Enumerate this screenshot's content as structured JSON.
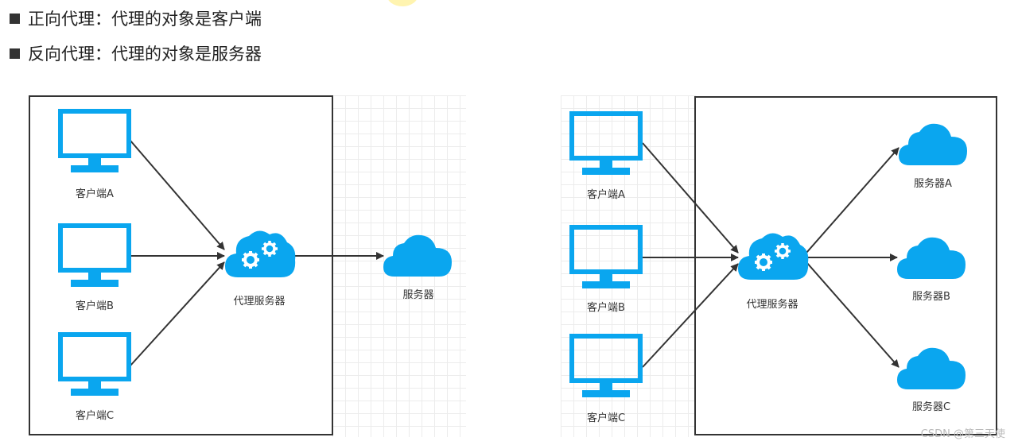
{
  "bullets": [
    {
      "text": "正向代理：代理的对象是客户端"
    },
    {
      "text": "反向代理：代理的对象是服务器"
    }
  ],
  "forward": {
    "clients": [
      "客户端A",
      "客户端B",
      "客户端C"
    ],
    "proxy": "代理服务器",
    "server": "服务器"
  },
  "reverse": {
    "clients": [
      "客户端A",
      "客户端B",
      "客户端C"
    ],
    "proxy": "代理服务器",
    "servers": [
      "服务器A",
      "服务器B",
      "服务器C"
    ]
  },
  "watermark": "CSDN @第三天使",
  "colors": {
    "icon_blue": "#0aa6ef",
    "arrow": "#333333",
    "box_border": "#333333"
  },
  "icons": {
    "client": "monitor-icon",
    "proxy": "cloud-gears-icon",
    "server": "cloud-icon"
  }
}
